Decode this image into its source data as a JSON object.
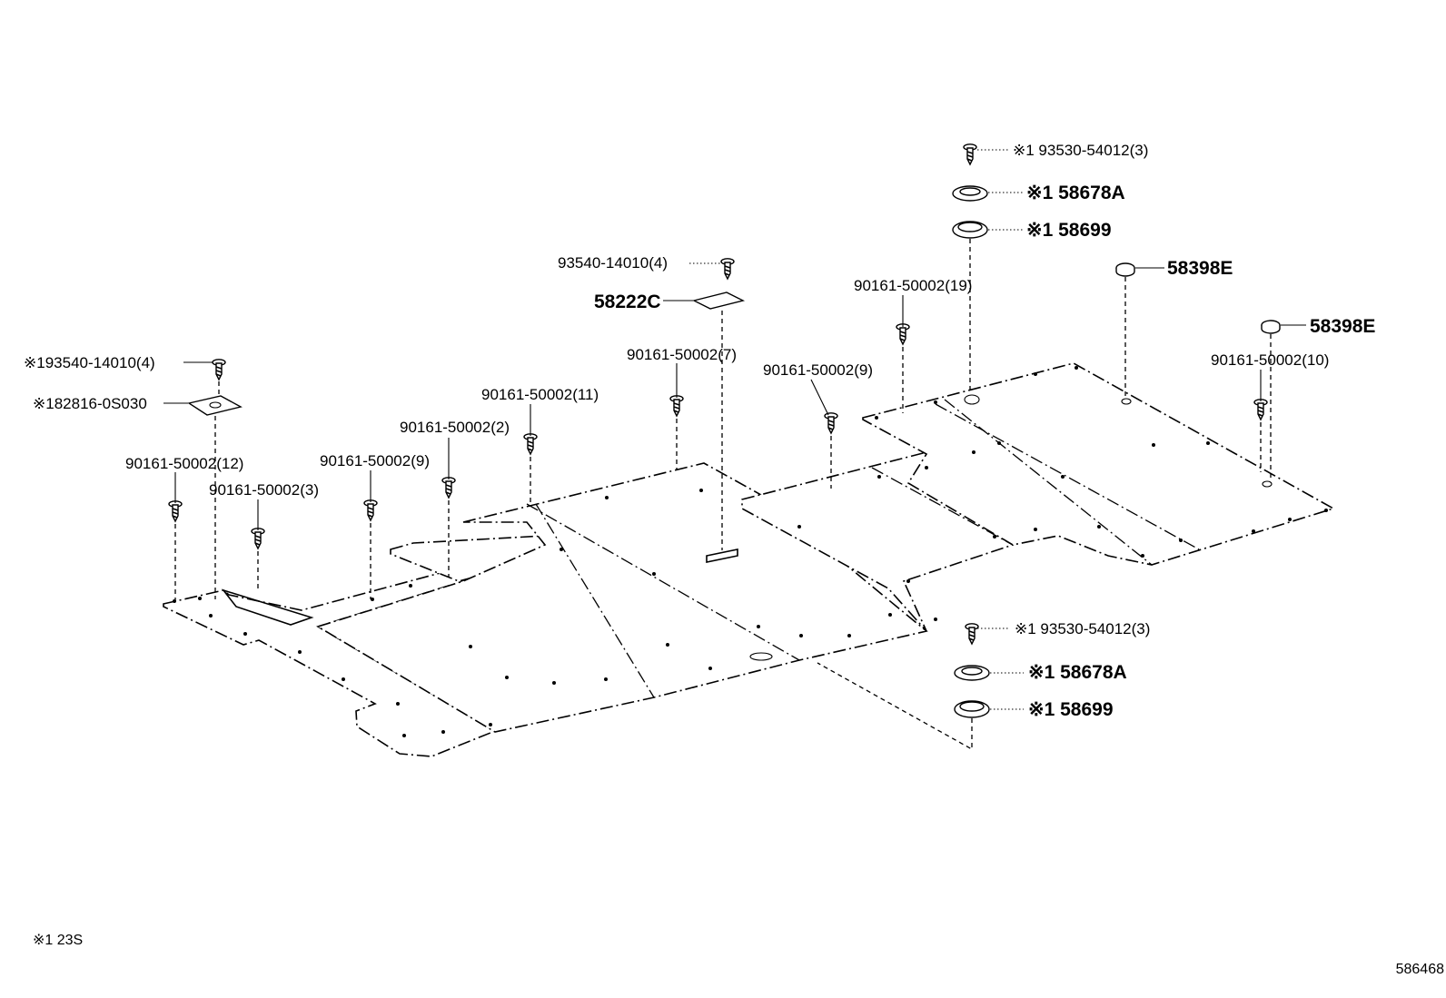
{
  "callouts": {
    "c1": "※1 93530-54012(3)",
    "c2": "※1 58678A",
    "c3": "※1 58699",
    "c4": "58398E",
    "c5": "58398E",
    "c6": "90161-50002(19)",
    "c7": "93540-14010(4)",
    "c8": "58222C",
    "c9": "90161-50002(7)",
    "c10": "90161-50002(9)",
    "c11": "90161-50002(10)",
    "c12": "90161-50002(11)",
    "c13": "90161-50002(2)",
    "c14": "90161-50002(9)",
    "c15": "90161-50002(12)",
    "c16": "90161-50002(3)",
    "c17": "※193540-14010(4)",
    "c18": "※182816-0S030",
    "c19": "※1 93530-54012(3)",
    "c20": "※1 58678A",
    "c21": "※1 58699"
  },
  "footnote": "※1 23S",
  "diagram_id": "586468"
}
